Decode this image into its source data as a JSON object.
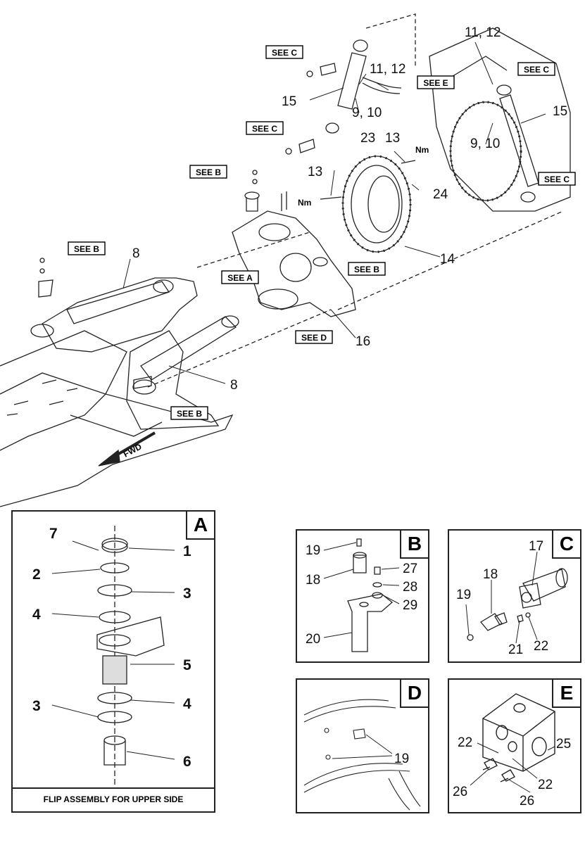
{
  "main": {
    "see_a": "SEE A",
    "see_b": "SEE B",
    "see_c": "SEE C",
    "see_d": "SEE D",
    "see_e": "SEE E",
    "fwd": "FWD",
    "nm": "Nm",
    "labels": {
      "l8": "8",
      "l9_10": "9, 10",
      "l11_12": "11, 12",
      "l13": "13",
      "l14": "14",
      "l15": "15",
      "l16": "16",
      "l23": "23",
      "l24": "24"
    }
  },
  "panel_a": {
    "letter": "A",
    "caption": "FLIP ASSEMBLY FOR UPPER SIDE",
    "labels": [
      "7",
      "1",
      "2",
      "3",
      "4",
      "5",
      "4",
      "3",
      "6"
    ]
  },
  "panel_b": {
    "letter": "B",
    "labels": [
      "19",
      "18",
      "27",
      "28",
      "29",
      "20"
    ]
  },
  "panel_c": {
    "letter": "C",
    "labels": [
      "17",
      "18",
      "19",
      "21",
      "22"
    ]
  },
  "panel_d": {
    "letter": "D",
    "labels": [
      "19"
    ]
  },
  "panel_e": {
    "letter": "E",
    "labels": [
      "22",
      "25",
      "22",
      "26",
      "26"
    ]
  }
}
